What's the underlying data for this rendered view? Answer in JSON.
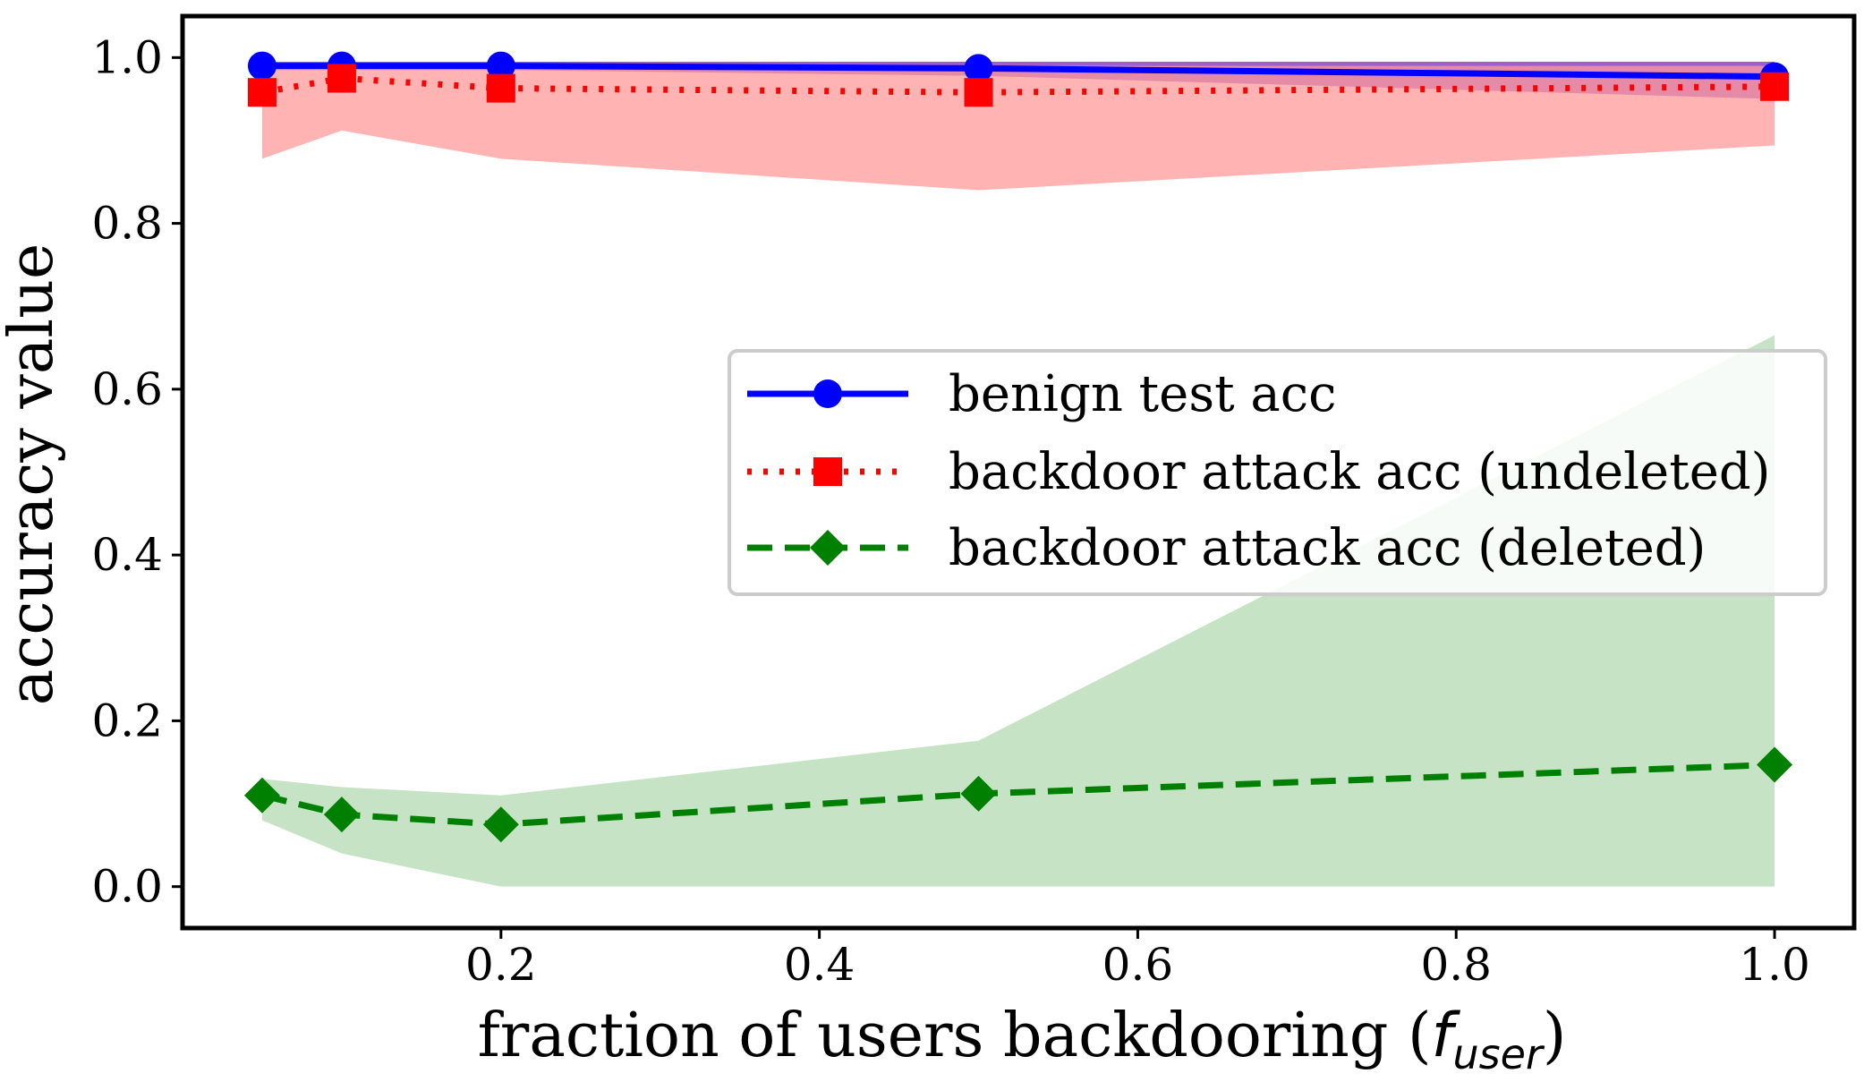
{
  "chart_data": {
    "type": "line",
    "xlabel_prefix": "fraction of users backdooring (",
    "xlabel_var": "f",
    "xlabel_sub": "user",
    "xlabel_suffix": ")",
    "ylabel": "accuracy value",
    "xlim": [
      0.0,
      1.05
    ],
    "ylim": [
      -0.05,
      1.05
    ],
    "xticks": [
      0.2,
      0.4,
      0.6,
      0.8,
      1.0
    ],
    "xtick_labels": [
      "0.2",
      "0.4",
      "0.6",
      "0.8",
      "1.0"
    ],
    "yticks": [
      0.0,
      0.2,
      0.4,
      0.6,
      0.8,
      1.0
    ],
    "ytick_labels": [
      "0.0",
      "0.2",
      "0.4",
      "0.6",
      "0.8",
      "1.0"
    ],
    "grid": false,
    "legend_position": "center-right",
    "x": [
      0.05,
      0.1,
      0.2,
      0.5,
      1.0
    ],
    "series": [
      {
        "name": "benign test acc",
        "values": [
          0.99,
          0.99,
          0.99,
          0.987,
          0.977
        ],
        "band_low": [
          0.985,
          0.985,
          0.985,
          0.978,
          0.95
        ],
        "band_high": [
          0.995,
          0.995,
          0.995,
          0.995,
          0.995
        ],
        "color": "#0000ff",
        "band_color": "#7b2bbf",
        "line_style": "solid",
        "marker": "circle"
      },
      {
        "name": "backdoor attack acc (undeleted)",
        "values": [
          0.958,
          0.975,
          0.963,
          0.958,
          0.965
        ],
        "band_low": [
          0.878,
          0.912,
          0.878,
          0.84,
          0.894
        ],
        "band_high": [
          0.99,
          0.99,
          0.99,
          0.99,
          0.99
        ],
        "color": "#ff0000",
        "band_color": "#ff9999",
        "line_style": "dotted",
        "marker": "square"
      },
      {
        "name": "backdoor attack acc (deleted)",
        "values": [
          0.11,
          0.087,
          0.075,
          0.112,
          0.147
        ],
        "band_low": [
          0.08,
          0.04,
          0.0,
          0.0,
          0.0
        ],
        "band_high": [
          0.13,
          0.12,
          0.11,
          0.176,
          0.665
        ],
        "color": "#008000",
        "band_color": "#b3d9b3",
        "line_style": "dashed",
        "marker": "diamond"
      }
    ]
  }
}
